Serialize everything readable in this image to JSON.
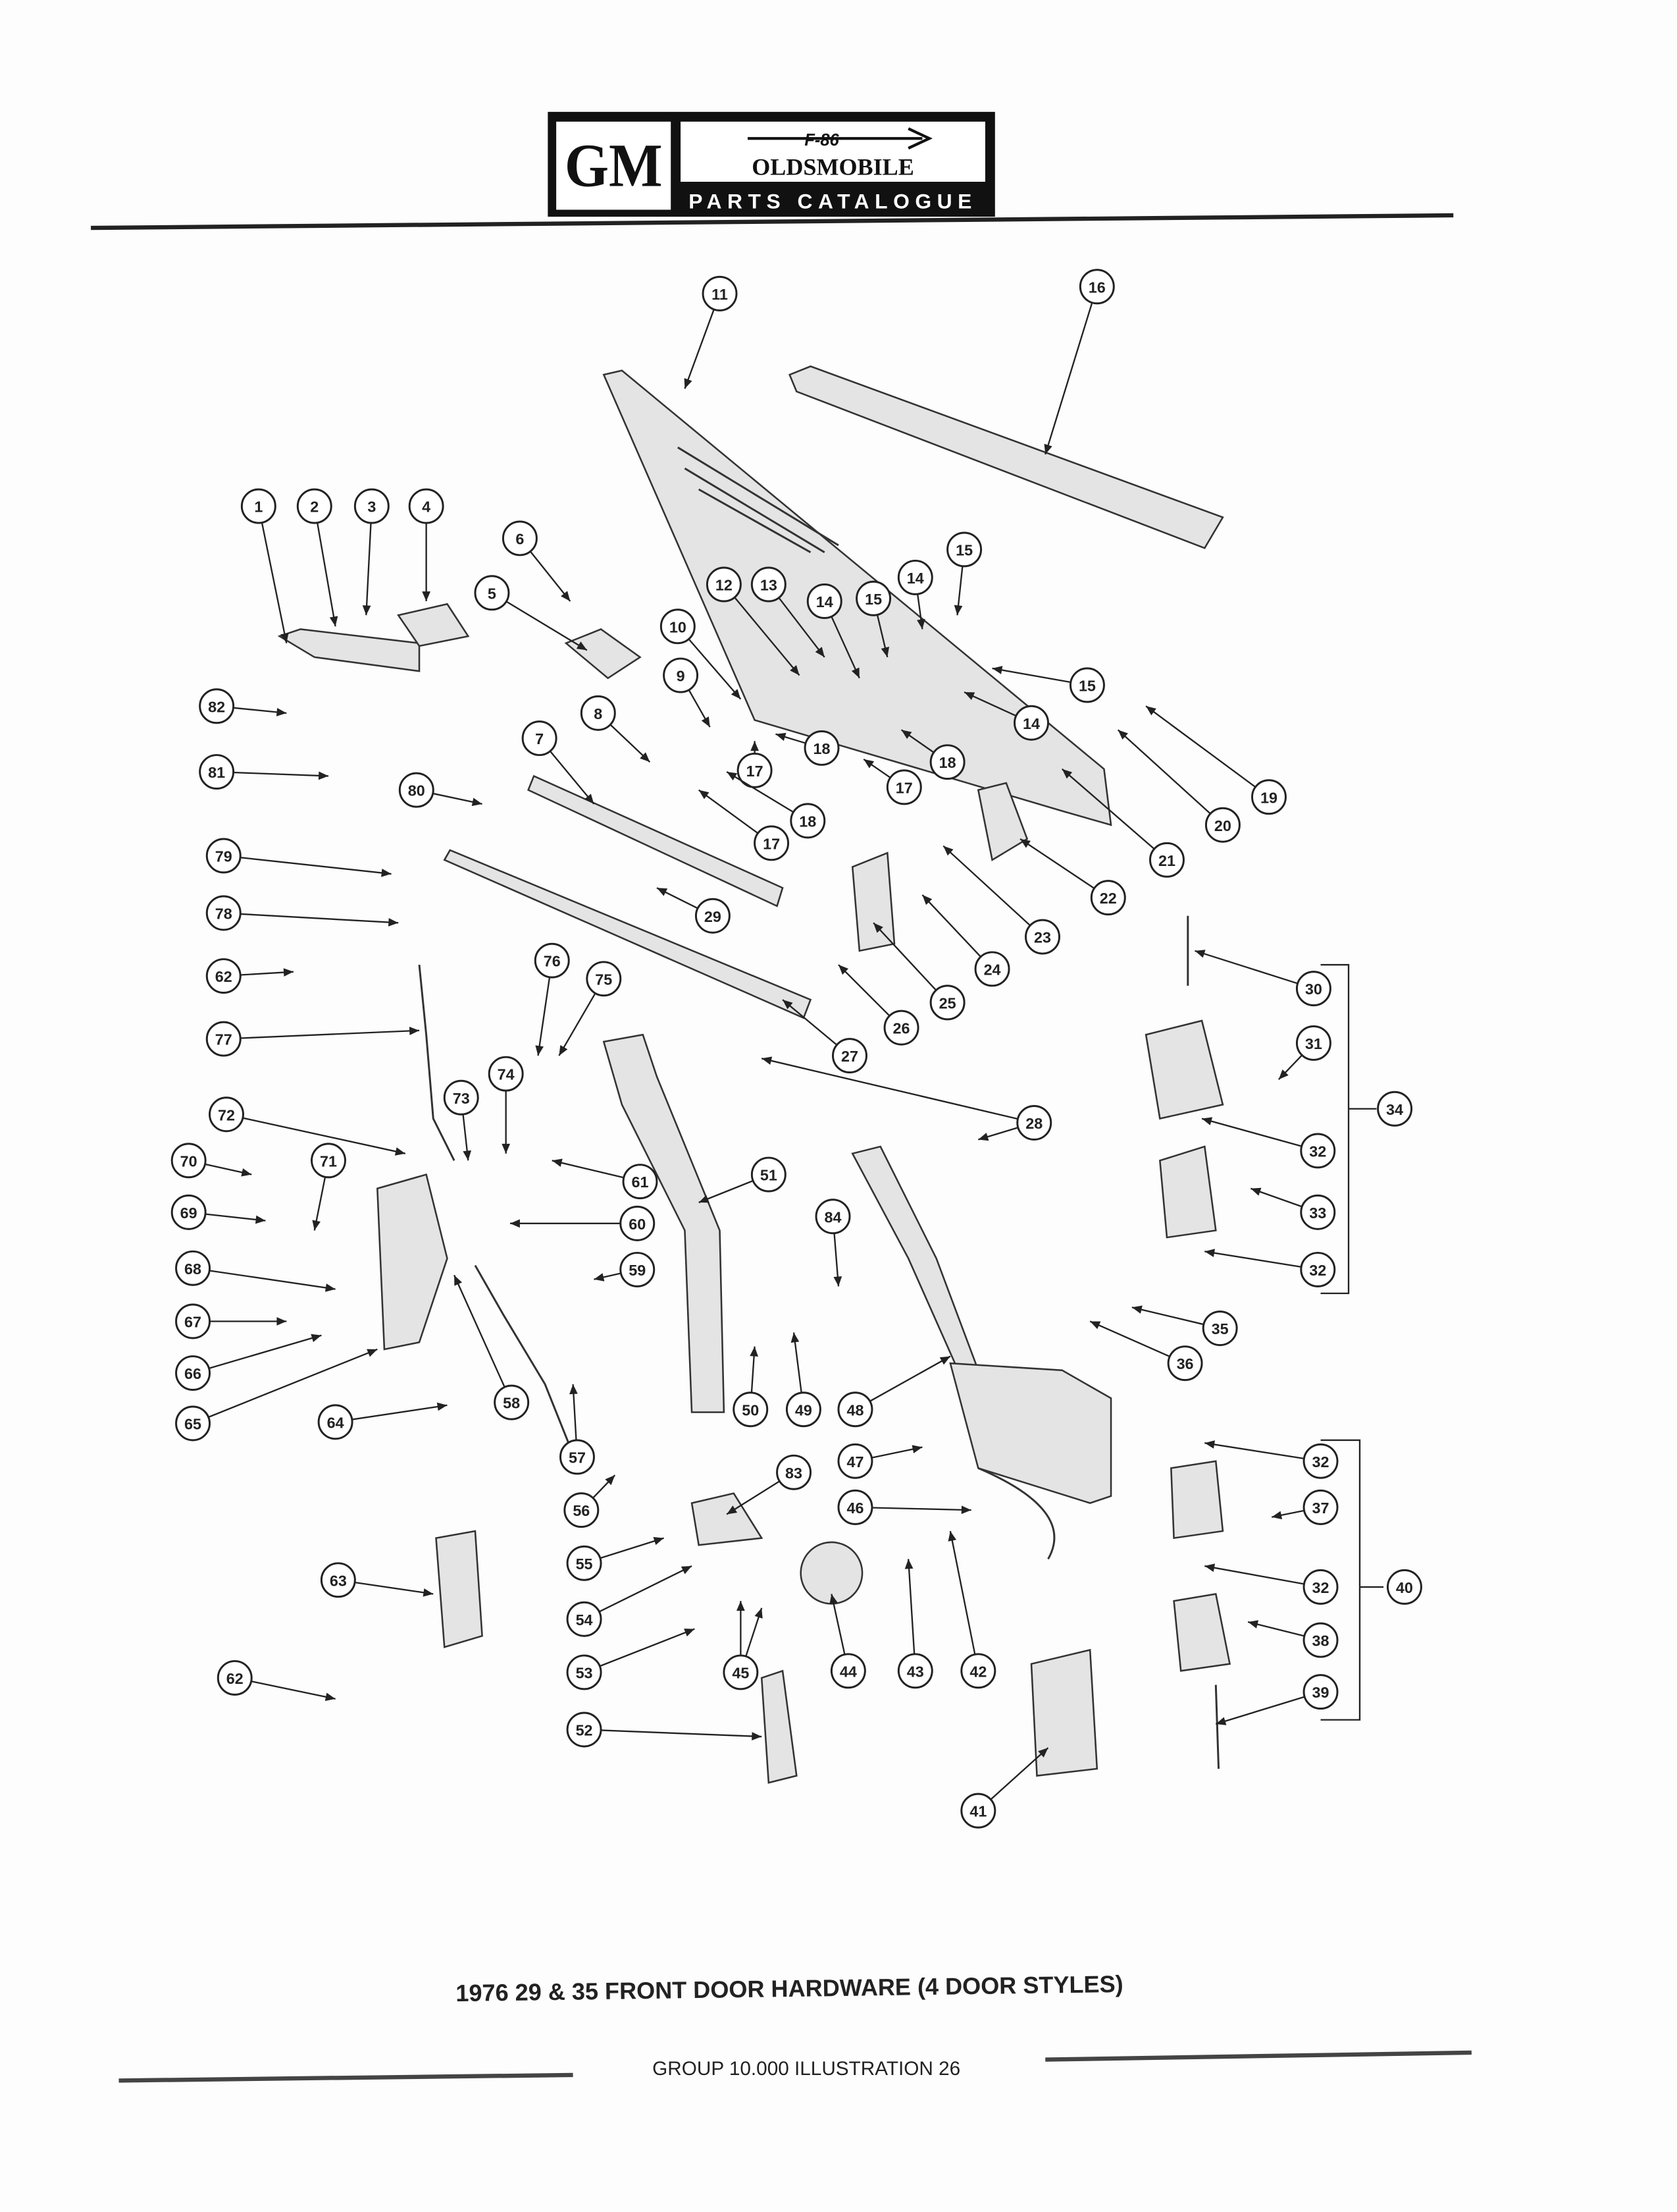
{
  "header": {
    "logo_left": "GM",
    "logo_emblem": "F-86",
    "brand": "OLDSMOBILE",
    "catalogue": "PARTS CATALOGUE"
  },
  "callouts": [
    "11",
    "16",
    "1",
    "2",
    "3",
    "4",
    "6",
    "5",
    "12",
    "13",
    "14",
    "15",
    "14",
    "15",
    "10",
    "9",
    "8",
    "15",
    "14",
    "19",
    "20",
    "21",
    "18",
    "17",
    "18",
    "17",
    "18",
    "17",
    "7",
    "80",
    "82",
    "81",
    "79",
    "78",
    "62",
    "77",
    "22",
    "23",
    "24",
    "25",
    "26",
    "29",
    "27",
    "30",
    "31",
    "32",
    "33",
    "32",
    "34",
    "35",
    "36",
    "76",
    "75",
    "74",
    "73",
    "72",
    "70",
    "71",
    "69",
    "68",
    "67",
    "66",
    "65",
    "64",
    "61",
    "60",
    "59",
    "58",
    "57",
    "56",
    "51",
    "28",
    "84",
    "50",
    "49",
    "48",
    "47",
    "46",
    "83",
    "55",
    "54",
    "53",
    "45",
    "44",
    "43",
    "42",
    "52",
    "41",
    "63",
    "62",
    "32",
    "37",
    "32",
    "38",
    "39",
    "40"
  ],
  "title": "1976 29 & 35 FRONT DOOR HARDWARE (4 DOOR STYLES)",
  "footer": "GROUP 10.000 ILLUSTRATION 26"
}
